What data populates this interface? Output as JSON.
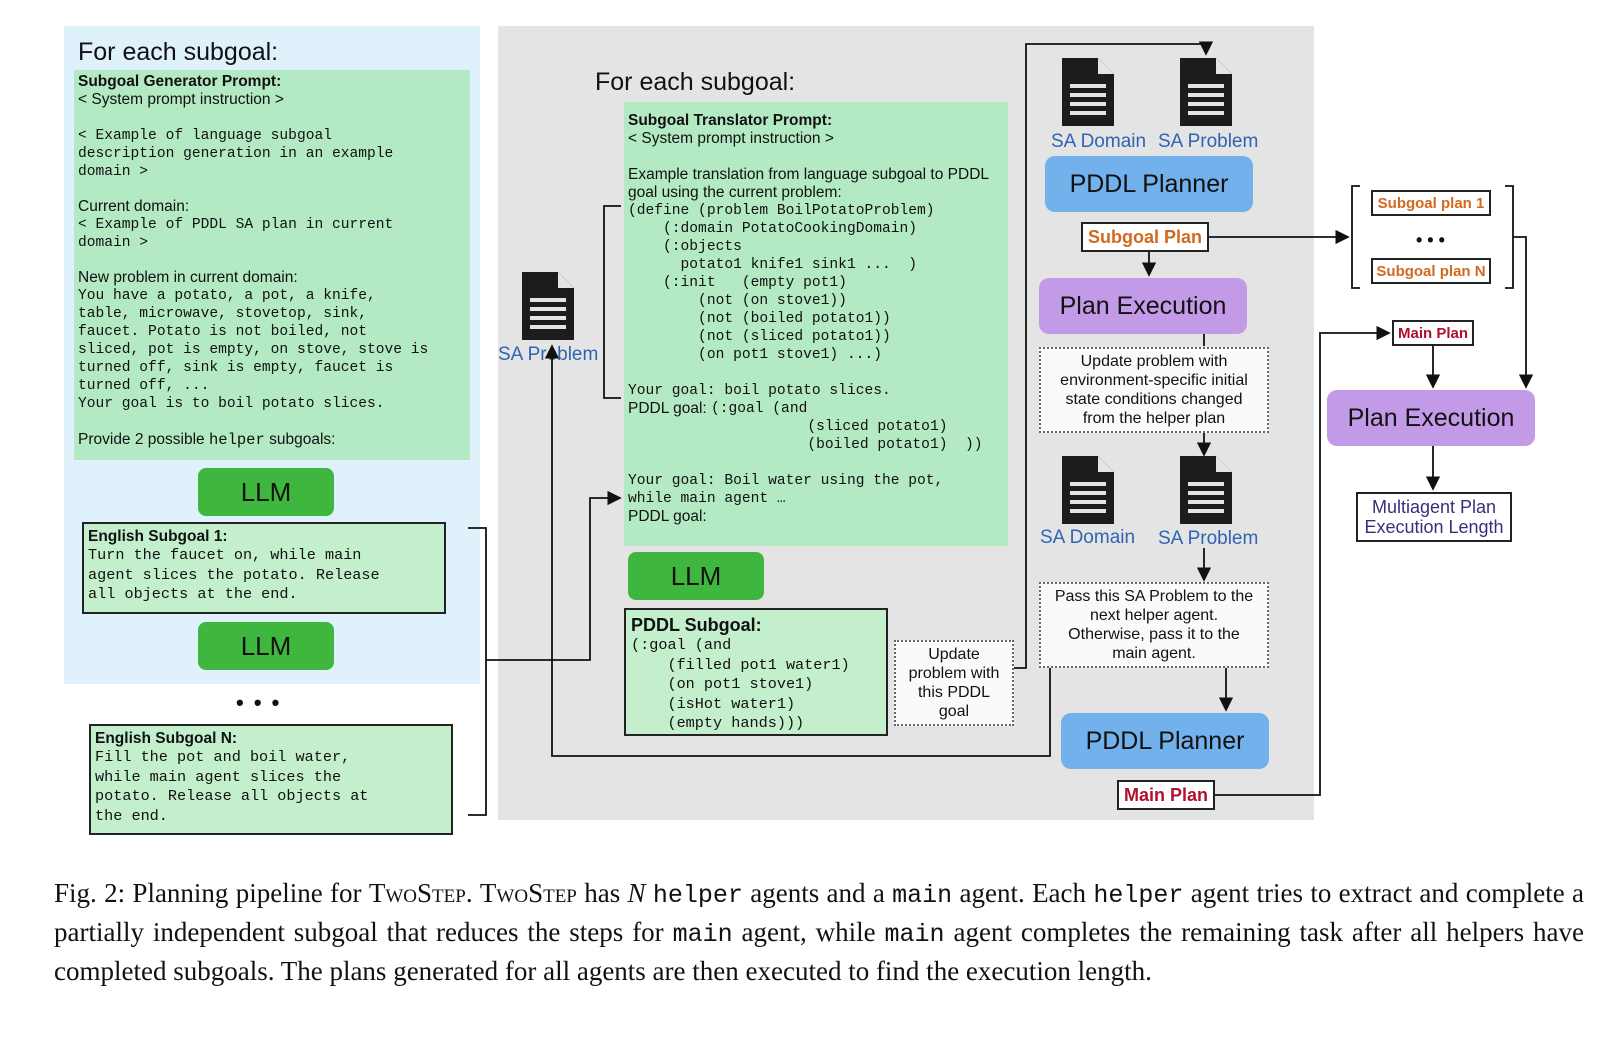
{
  "left": {
    "heading": "For each subgoal:",
    "prompt_title": "Subgoal Generator Prompt:",
    "system": "< System prompt instruction >",
    "example_code": "< Example of language subgoal\ndescription generation in an example\ndomain >",
    "current_domain_label": "Current domain:",
    "current_domain_code": "< Example of PDDL SA plan in current\ndomain >",
    "new_problem_label": "New problem in current domain:",
    "new_problem_code": "You have a potato, a pot, a knife,\ntable, microwave, stovetop, sink,\nfaucet. Potato is not boiled, not\nsliced, pot is empty, on stove, stove is\nturned off, sink is empty, faucet is\nturned off, ...\nYour goal is to boil potato slices.",
    "provide_pre": "Provide 2 possible ",
    "provide_mono": "helper",
    "provide_post": " subgoals:",
    "llm1": "LLM",
    "llm2": "LLM",
    "subgoal1_title": "English Subgoal 1:",
    "subgoal1_code": "Turn the faucet on, while main\nagent slices the potato. Release\nall objects at the end.",
    "dots": "• • •",
    "subgoalN_title": "English Subgoal N:",
    "subgoalN_code": "Fill the pot and boil water,\nwhile main agent slices the\npotato. Release all objects at\nthe end."
  },
  "middle": {
    "heading": "For each subgoal:",
    "prompt_title": "Subgoal Translator Prompt:",
    "system": "< System prompt instruction >",
    "example_text": "Example translation from language subgoal to PDDL\ngoal using the current problem:",
    "define_code": "(define (problem BoilPotatoProblem)\n    (:domain PotatoCookingDomain)\n    (:objects\n      potato1 knife1 sink1 ...  )\n    (:init   (empty pot1)\n        (not (on stove1))\n        (not (boiled potato1))\n        (not (sliced potato1))\n        (on pot1 stove1) ...)",
    "goal1_code": "Your goal: boil potato slices.",
    "pddl_goal_label": "PDDL goal: ",
    "pddl_goal_code": "(:goal (and\n           (sliced potato1)\n           (boiled potato1)  ))",
    "goal2_code": "Your goal: Boil water using the pot,\nwhile main agent …",
    "pddl_goal_label2": "PDDL goal:",
    "sa_problem_label": "SA Problem",
    "llm": "LLM",
    "pddl_subgoal_title": "PDDL Subgoal:",
    "pddl_subgoal_code": "(:goal (and\n    (filled pot1 water1)\n    (on pot1 stove1)\n    (isHot water1)\n    (empty hands)))",
    "update_note": "Update\nproblem with\nthis PDDL\ngoal"
  },
  "right": {
    "sa_domain_1": "SA Domain",
    "sa_problem_1": "SA Problem",
    "planner_1": "PDDL Planner",
    "subgoal_plan": "Subgoal Plan",
    "plan_execution_1": "Plan Execution",
    "update_note": "Update problem with\nenvironment-specific initial\nstate conditions changed\nfrom the helper plan",
    "sa_domain_2": "SA Domain",
    "sa_problem_2": "SA Problem",
    "pass_note": "Pass this SA Problem to the\nnext helper agent.\nOtherwise, pass it to the\nmain agent.",
    "planner_2": "PDDL Planner",
    "main_plan": "Main Plan",
    "subgoal_plan_1": "Subgoal plan 1",
    "plan_dots": "• • •",
    "subgoal_plan_n": "Subgoal plan N",
    "main_plan_small": "Main Plan",
    "plan_execution_2": "Plan Execution",
    "result": "Multiagent Plan\nExecution Length"
  },
  "caption": {
    "p1": "Fig. 2: Planning pipeline for ",
    "name1": "TwoStep",
    "p2": ". ",
    "name2": "TwoStep",
    "p3": " has ",
    "n": "N",
    "p4": " ",
    "helper1": "helper",
    "p5": " agents and a ",
    "main1": "main",
    "p6": " agent. Each ",
    "helper2": "helper",
    "p7": " agent tries to extract and complete a partially independent subgoal that reduces the steps for ",
    "main2": "main",
    "p8": " agent, while ",
    "main3": "main",
    "p9": " agent completes the remaining task after all helpers have completed subgoals. The plans generated for all agents are then executed to find the execution length."
  },
  "colors": {
    "left_panel": "#dff1fb",
    "middle_panel": "#e4e4e4",
    "prompt_green": "#b3eac4",
    "llm_green": "#3fb73f",
    "planner_blue": "#73b1ec",
    "execution_purple": "#c39ae8",
    "label_blue": "#2f64b3",
    "subgoal_orange": "#d2691e",
    "main_plan_red": "#b01030"
  }
}
